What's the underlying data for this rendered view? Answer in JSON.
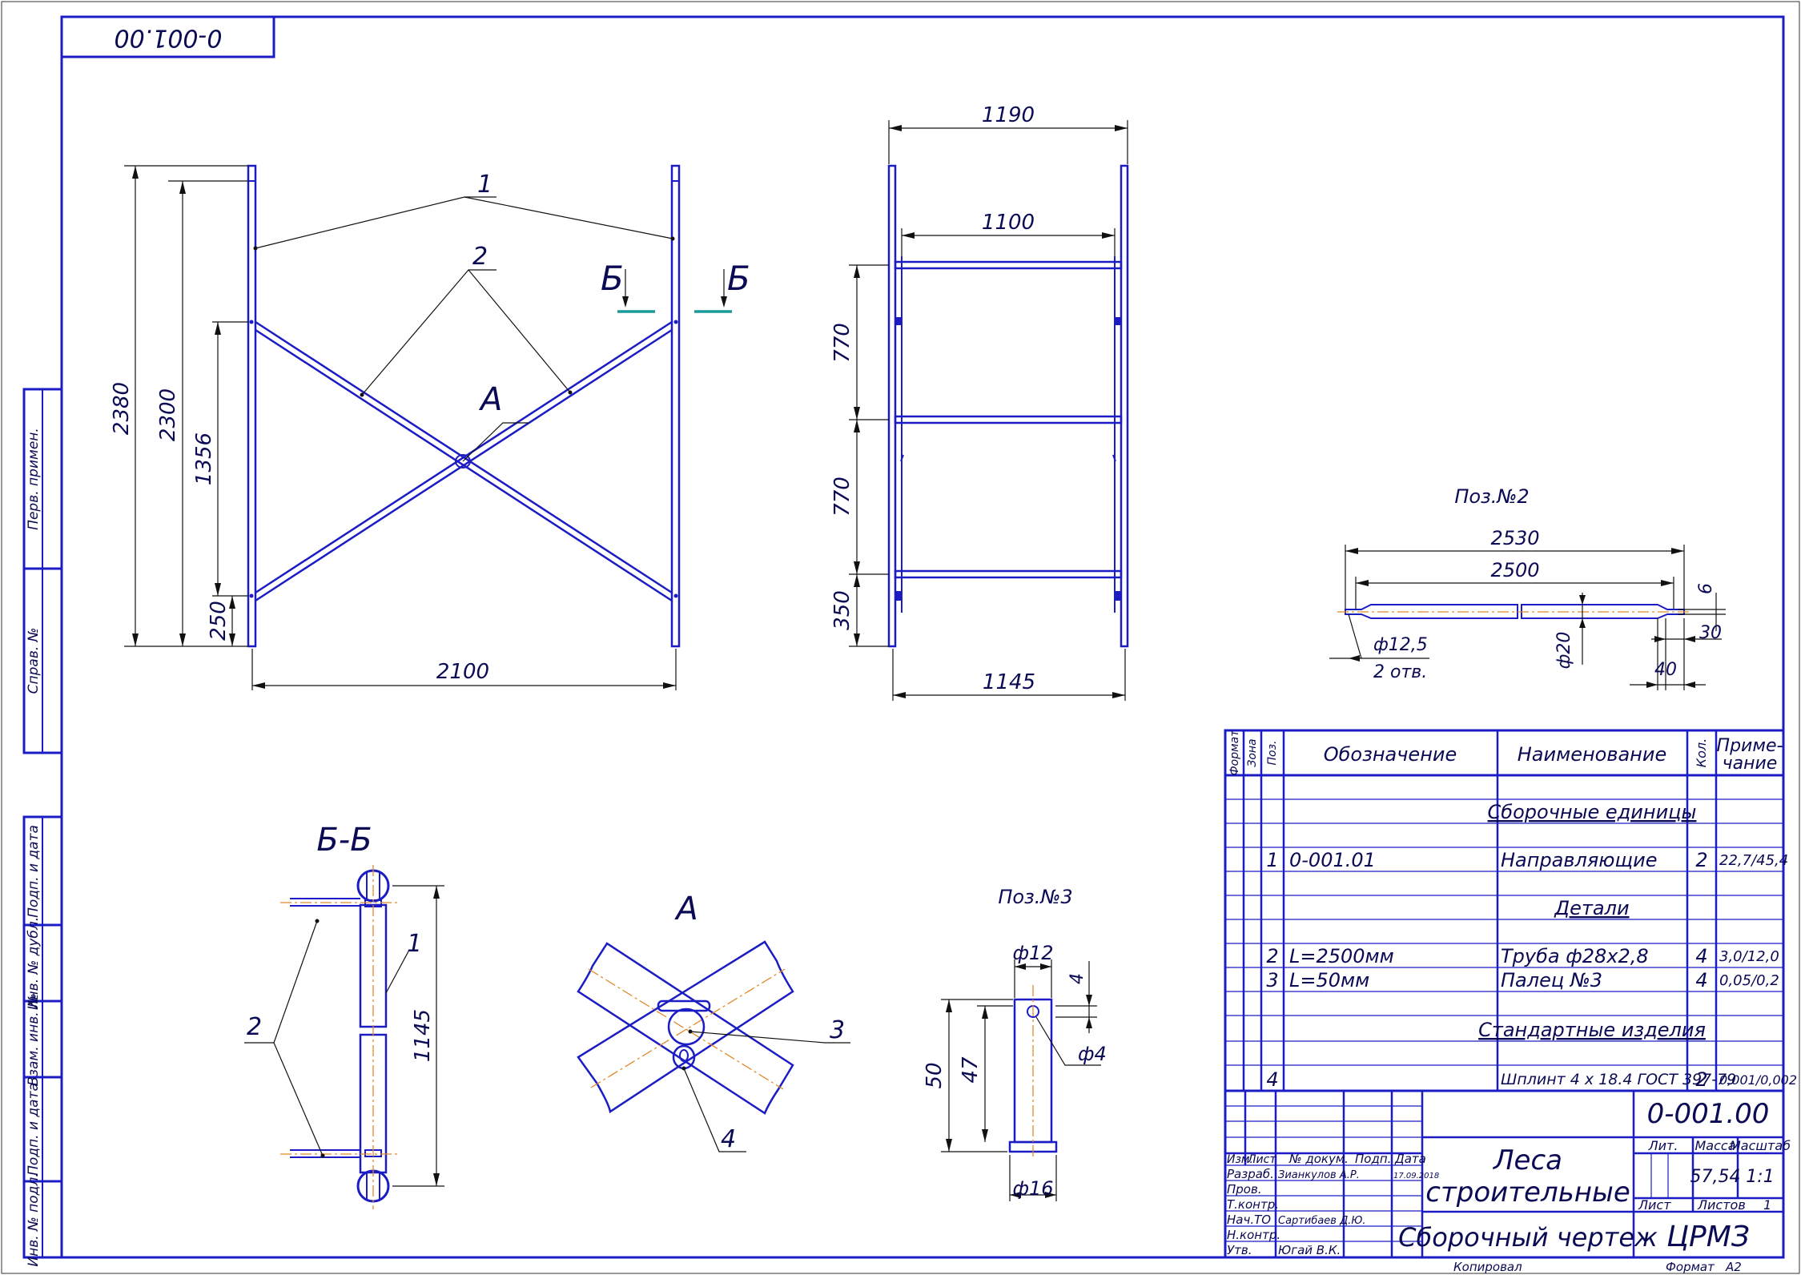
{
  "stamp": {
    "rotated_code": "0-001.00",
    "designation": "0-001.00",
    "title_line1": "Леса",
    "title_line2": "строительные",
    "doc_type": "Сборочный чертеж",
    "org": "ЦРМЗ",
    "lit_label": "Лит.",
    "mass_label": "Масса",
    "scale_label": "Масштаб",
    "mass_value": "57,54",
    "scale_value": "1:1",
    "sheet_label": "Лист",
    "sheets_label": "Листов",
    "sheets_value": "1",
    "col_izm": "Изм.",
    "col_list": "Лист",
    "col_doc": "№ докум.",
    "col_sign": "Подп.",
    "col_date": "Дата",
    "row_razrab": "Разраб.",
    "row_prov": "Пров.",
    "row_tkontr": "Т.контр.",
    "row_nach": "Нач.ТО",
    "row_nkontr": "Н.контр.",
    "row_utv": "Утв.",
    "razrab_name": "Зианкулов А.Р.",
    "razrab_date": "17.09.2018",
    "nach_name": "Сартибаев Д.Ю.",
    "utv_name": "Югай В.К.",
    "copied": "Копировал",
    "format_label": "Формат",
    "format_value": "А2"
  },
  "side_strip": {
    "perv_primen": "Перв. примен.",
    "sprav_no": "Справ. №",
    "podp_data": "Подп. и дата",
    "inv_dubl": "Инв. № дубл.",
    "vzam_inv": "Взам. инв. №",
    "podp_data2": "Подп. и дата",
    "inv_podl": "Инв. № подл."
  },
  "spec": {
    "headers": {
      "format": "Формат",
      "zone": "Зона",
      "pos": "Поз.",
      "designation": "Обозначение",
      "name": "Наименование",
      "qty": "Кол.",
      "note_1": "Приме-",
      "note_2": "чание"
    },
    "sections": {
      "assemblies": "Сборочные единицы",
      "parts": "Детали",
      "standard": "Стандартные изделия"
    },
    "rows": [
      {
        "pos": "1",
        "designation": "0-001.01",
        "name": "Направляющие",
        "qty": "2",
        "note": "22,7/45,4"
      },
      {
        "pos": "2",
        "designation": "L=2500мм",
        "name": "Труба ф28х2,8",
        "qty": "4",
        "note": "3,0/12,0"
      },
      {
        "pos": "3",
        "designation": "L=50мм",
        "name": "Палец №3",
        "qty": "4",
        "note": "0,05/0,2"
      },
      {
        "pos": "4",
        "designation": "",
        "name": "Шплинт 4 х 18.4 ГОСТ 397-79",
        "qty": "2",
        "note": "0,001/0,002"
      }
    ]
  },
  "views": {
    "front": {
      "dim_2380": "2380",
      "dim_2300": "2300",
      "dim_1356": "1356",
      "dim_250": "250",
      "dim_2100": "2100",
      "callout_1": "1",
      "callout_2": "2",
      "callout_A": "А",
      "section_left": "Б",
      "section_right": "Б"
    },
    "side": {
      "dim_1190": "1190",
      "dim_1100": "1100",
      "dim_770a": "770",
      "dim_770b": "770",
      "dim_350": "350",
      "dim_1145": "1145"
    },
    "pos2": {
      "title": "Поз.№2",
      "dim_2530": "2530",
      "dim_2500": "2500",
      "dim_6": "6",
      "dim_30": "30",
      "dim_40": "40",
      "dim_d125": "ф12,5",
      "holes": "2 отв.",
      "dim_d20": "ф20"
    },
    "section_bb": {
      "title": "Б-Б",
      "callout_1": "1",
      "callout_2": "2",
      "dim_1145": "1145"
    },
    "detail_a": {
      "title": "А",
      "callout_3": "3",
      "callout_4": "4"
    },
    "pos3": {
      "title": "Поз.№3",
      "dim_d12": "ф12",
      "dim_4": "4",
      "dim_d4": "ф4",
      "dim_50": "50",
      "dim_47": "47",
      "dim_d16": "ф16"
    }
  },
  "colors": {
    "line": "#1c1cc4",
    "text": "#0a0a55",
    "axis": "#e08a2a",
    "section_mark": "#1a9b9b"
  }
}
